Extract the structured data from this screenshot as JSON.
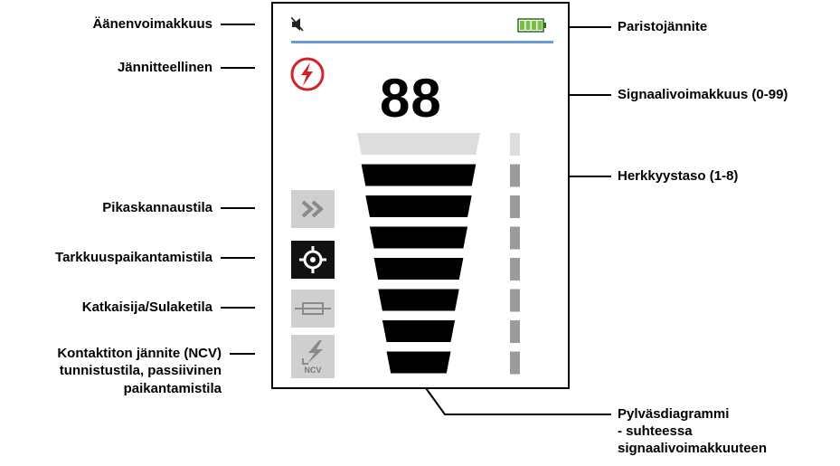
{
  "labels": {
    "volume": "Äänenvoimakkuus",
    "live": "Jännitteellinen",
    "fast_scan": "Pikaskannaustila",
    "precision": "Tarkkuuspaikantamistila",
    "breaker": "Katkaisija/Sulaketila",
    "ncv_1": "Kontaktiton jännite (NCV)",
    "ncv_2": "tunnistustila, passiivinen",
    "ncv_3": "paikantamistila",
    "battery": "Paristojännite",
    "signal": "Signaalivoimakkuus (0-99)",
    "sensitivity": "Herkkyystaso (1-8)",
    "bar_1": "Pylväsdiagrammi",
    "bar_2": "- suhteessa",
    "bar_3": "signaalivoimakkuuteen"
  },
  "display": {
    "signal_value": "88",
    "ncv_icon_text": "NCV",
    "bar_segments_active": 7,
    "bar_segments_total": 8,
    "sensitivity_level": 7,
    "sensitivity_max": 8
  },
  "icons": {
    "volume": "speaker-muted-icon",
    "battery": "battery-full-icon",
    "live": "lightning-circle-icon",
    "fast_scan": "double-chevron-icon",
    "precision": "crosshair-icon",
    "breaker": "fuse-icon",
    "ncv": "lightning-ncv-icon"
  },
  "colors": {
    "live_red": "#d62027",
    "battery_green": "#7ac143",
    "accent_blue": "#6a9bd4",
    "inactive_gray": "#cfcfcf",
    "level_gray": "#9b9b9b",
    "inactive_bar": "#dddddd"
  }
}
